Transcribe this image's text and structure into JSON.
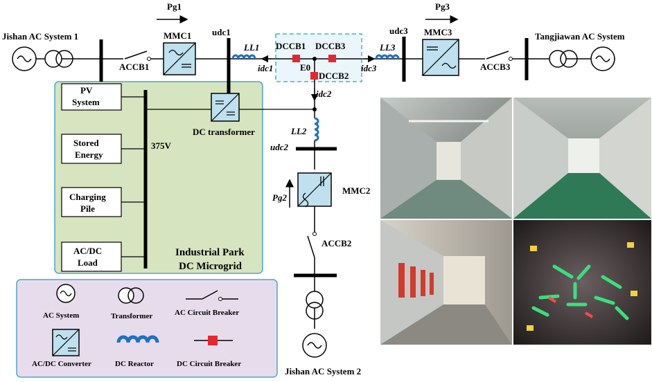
{
  "labels": {
    "jishan_ac1": "Jishan AC System 1",
    "accb1": "ACCB1",
    "mmc1": "MMC1",
    "udc1": "udc1",
    "ll1": "LL1",
    "idc1": "idc1",
    "pg1": "Pg1",
    "dccb1": "DCCB1",
    "dccb3": "DCCB3",
    "e0": "E0",
    "dccb2": "DCCB2",
    "idc2": "idc2",
    "idc3": "idc3",
    "ll3": "LL3",
    "udc3": "udc3",
    "mmc3": "MMC3",
    "pg3": "Pg3",
    "accb3": "ACCB3",
    "tangjiawan": "Tangjiawan AC System",
    "ll2": "LL2",
    "udc2": "udc2",
    "mmc2": "MMC2",
    "pg2": "Pg2",
    "accb2": "ACCB2",
    "jishan_ac2": "Jishan AC System 2"
  },
  "microgrid": {
    "pv_line1": "PV",
    "pv_line2": "System",
    "stored_line1": "Stored",
    "stored_line2": "Energy",
    "charging_line1": "Charging",
    "charging_line2": "Pile",
    "load_line1": "AC/DC",
    "load_line2": "Load",
    "voltage": "375V",
    "dc_transformer": "DC transformer",
    "title_line1": "Industrial Park",
    "title_line2": "DC Microgrid"
  },
  "legend": {
    "ac_system": "AC System",
    "transformer": "Transformer",
    "ac_breaker": "AC Circuit Breaker",
    "converter": "AC/DC Converter",
    "dc_reactor": "DC Reactor",
    "dc_breaker": "DC Circuit Breaker"
  },
  "colors": {
    "microgrid_fill": "#d6e4bf",
    "legend_fill": "#e7dcec",
    "panel_border": "#4aa6c9",
    "converter_fill": "#bfe0ee",
    "reactor": "#1f6fc5",
    "dc_breaker": "#e8262d"
  }
}
